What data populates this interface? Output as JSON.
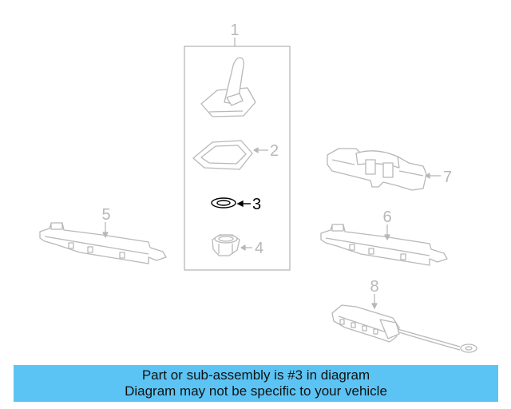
{
  "callouts": {
    "c1": "1",
    "c2": "2",
    "c3": "3",
    "c4": "4",
    "c5": "5",
    "c6": "6",
    "c7": "7",
    "c8": "8"
  },
  "highlighted_part": "3",
  "colors": {
    "line_muted": "#b8b8b8",
    "line_highlight": "#000000",
    "banner_bg": "#5cc4f4"
  },
  "banner": {
    "line1": "Part or sub-assembly is #3 in diagram",
    "line2": "Diagram may not be specific to your vehicle"
  }
}
